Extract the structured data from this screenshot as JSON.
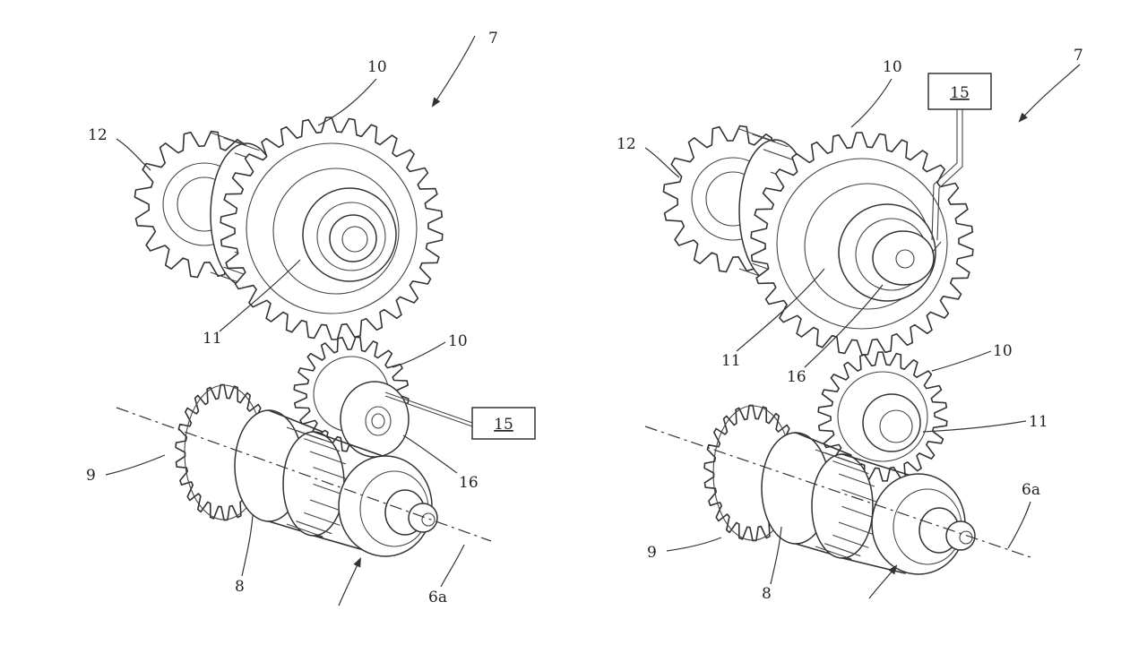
{
  "figure_left": {
    "labels": {
      "assembly": "7",
      "sprocket": "12",
      "gear_upper": "10",
      "gear_lower": "10",
      "hub": "11",
      "box": "15",
      "sensor": "16",
      "gear_left": "9",
      "shaft_ref": "8",
      "axis": "6a"
    }
  },
  "figure_right": {
    "labels": {
      "assembly": "7",
      "sprocket": "12",
      "gear_upper": "10",
      "gear_lower": "10",
      "hub_upper": "11",
      "hub_lower": "11",
      "box": "15",
      "sensor": "16",
      "gear_left": "9",
      "shaft_ref": "8",
      "axis": "6a"
    }
  }
}
